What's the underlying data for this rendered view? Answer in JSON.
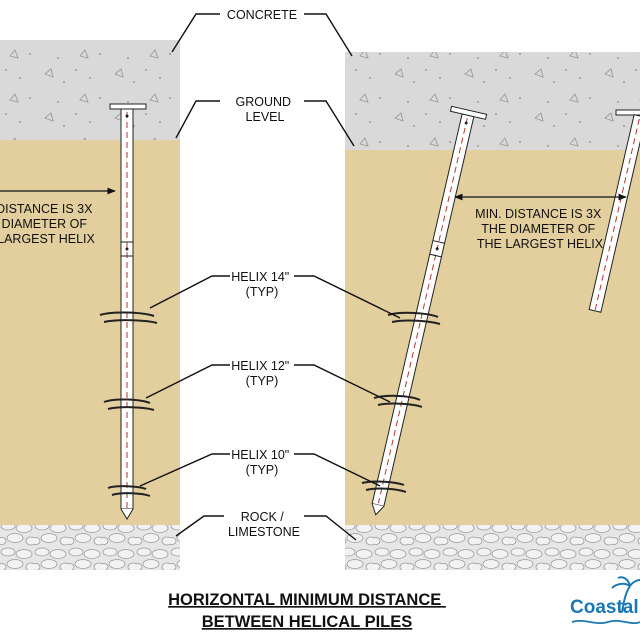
{
  "labels": {
    "concrete": "CONCRETE",
    "ground_level": [
      "GROUND",
      "LEVEL"
    ],
    "helix_14": [
      "HELIX 14\"",
      "(TYP)"
    ],
    "helix_12": [
      "HELIX 12\"",
      "(TYP)"
    ],
    "helix_10": [
      "HELIX 10\"",
      "(TYP)"
    ],
    "rock": [
      "ROCK /",
      "LIMESTONE"
    ],
    "left_distance": [
      "DISTANCE IS 3X",
      "DIAMETER OF",
      "LARGEST HELIX"
    ],
    "right_distance": [
      "MIN. DISTANCE IS 3X",
      "THE DIAMETER OF",
      "THE LARGEST HELIX"
    ]
  },
  "title": [
    "HORIZONTAL MINIMUM DISTANCE",
    "BETWEEN HELICAL PILES"
  ],
  "logo": {
    "text": "Coastal",
    "icon": "palm-tree-icon"
  },
  "colors": {
    "soil": "#e3cf9e",
    "concrete": "#d9d9d9",
    "rock": "#e6e6e6",
    "pile_line": "#b23a2a",
    "logo": "#1b78b5"
  }
}
